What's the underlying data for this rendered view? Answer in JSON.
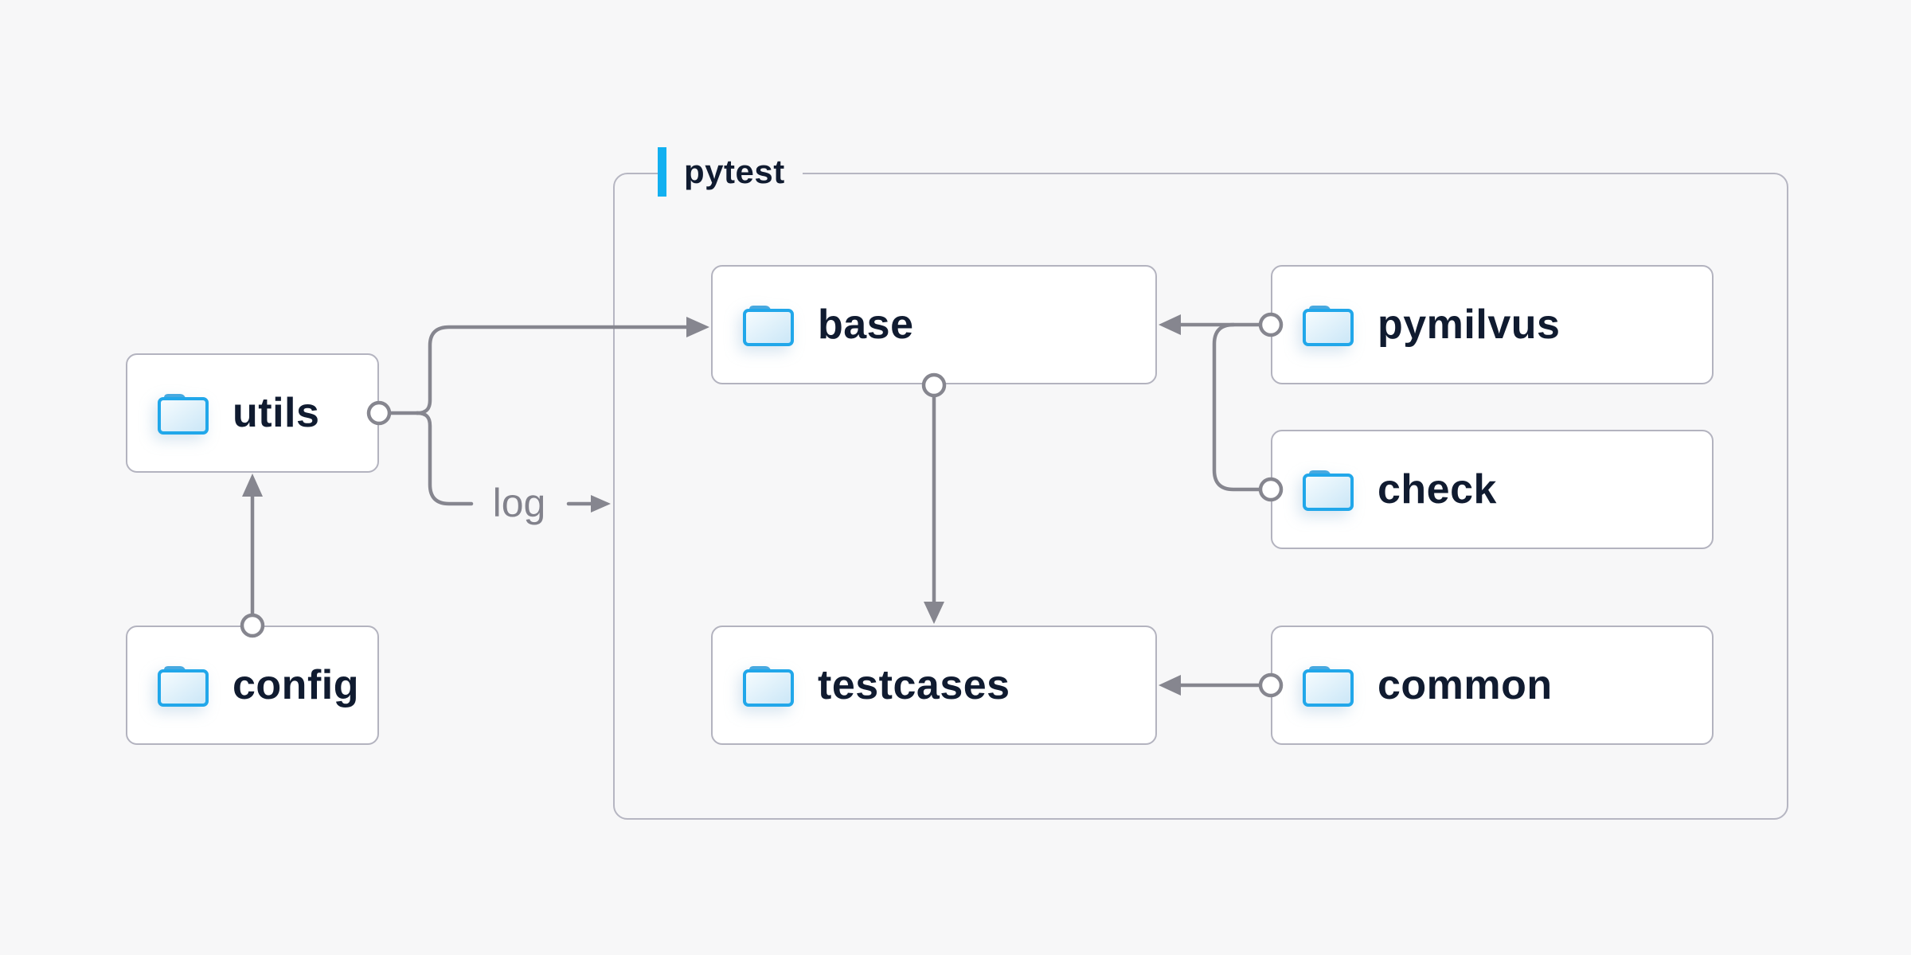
{
  "diagram": {
    "container_label": "pytest",
    "nodes": {
      "utils": {
        "label": "utils",
        "icon": "folder-icon"
      },
      "config": {
        "label": "config",
        "icon": "folder-icon"
      },
      "base": {
        "label": "base",
        "icon": "folder-icon"
      },
      "testcases": {
        "label": "testcases",
        "icon": "folder-icon"
      },
      "pymilvus": {
        "label": "pymilvus",
        "icon": "folder-icon"
      },
      "check": {
        "label": "check",
        "icon": "folder-icon"
      },
      "common": {
        "label": "common",
        "icon": "folder-icon"
      }
    },
    "edges": [
      {
        "from": "config",
        "to": "utils",
        "style": "arrow-circle"
      },
      {
        "from": "utils",
        "to": "base",
        "style": "arrow-circle"
      },
      {
        "from": "utils",
        "to": "pytest-container",
        "style": "arrow-circle",
        "label": "log"
      },
      {
        "from": "pymilvus",
        "to": "base",
        "style": "arrow-circle"
      },
      {
        "from": "check",
        "to": "base",
        "style": "arrow-circle"
      },
      {
        "from": "base",
        "to": "testcases",
        "style": "arrow-circle"
      },
      {
        "from": "common",
        "to": "testcases",
        "style": "arrow-circle"
      }
    ],
    "colors": {
      "background": "#f7f7f8",
      "node_fill": "#ffffff",
      "node_border": "#b3b3bf",
      "group_border": "#b6b6c2",
      "connector_gray": "#86868f",
      "label_navy": "#101b30",
      "muted_gray_label": "#82828c",
      "accent_cyan": "#12b0f0",
      "folder_stroke": "#21a7ea",
      "folder_fill_light": "#f5fbfe",
      "folder_fill_dark": "#c9e6f7",
      "folder_tab": "#47a9e0"
    }
  }
}
